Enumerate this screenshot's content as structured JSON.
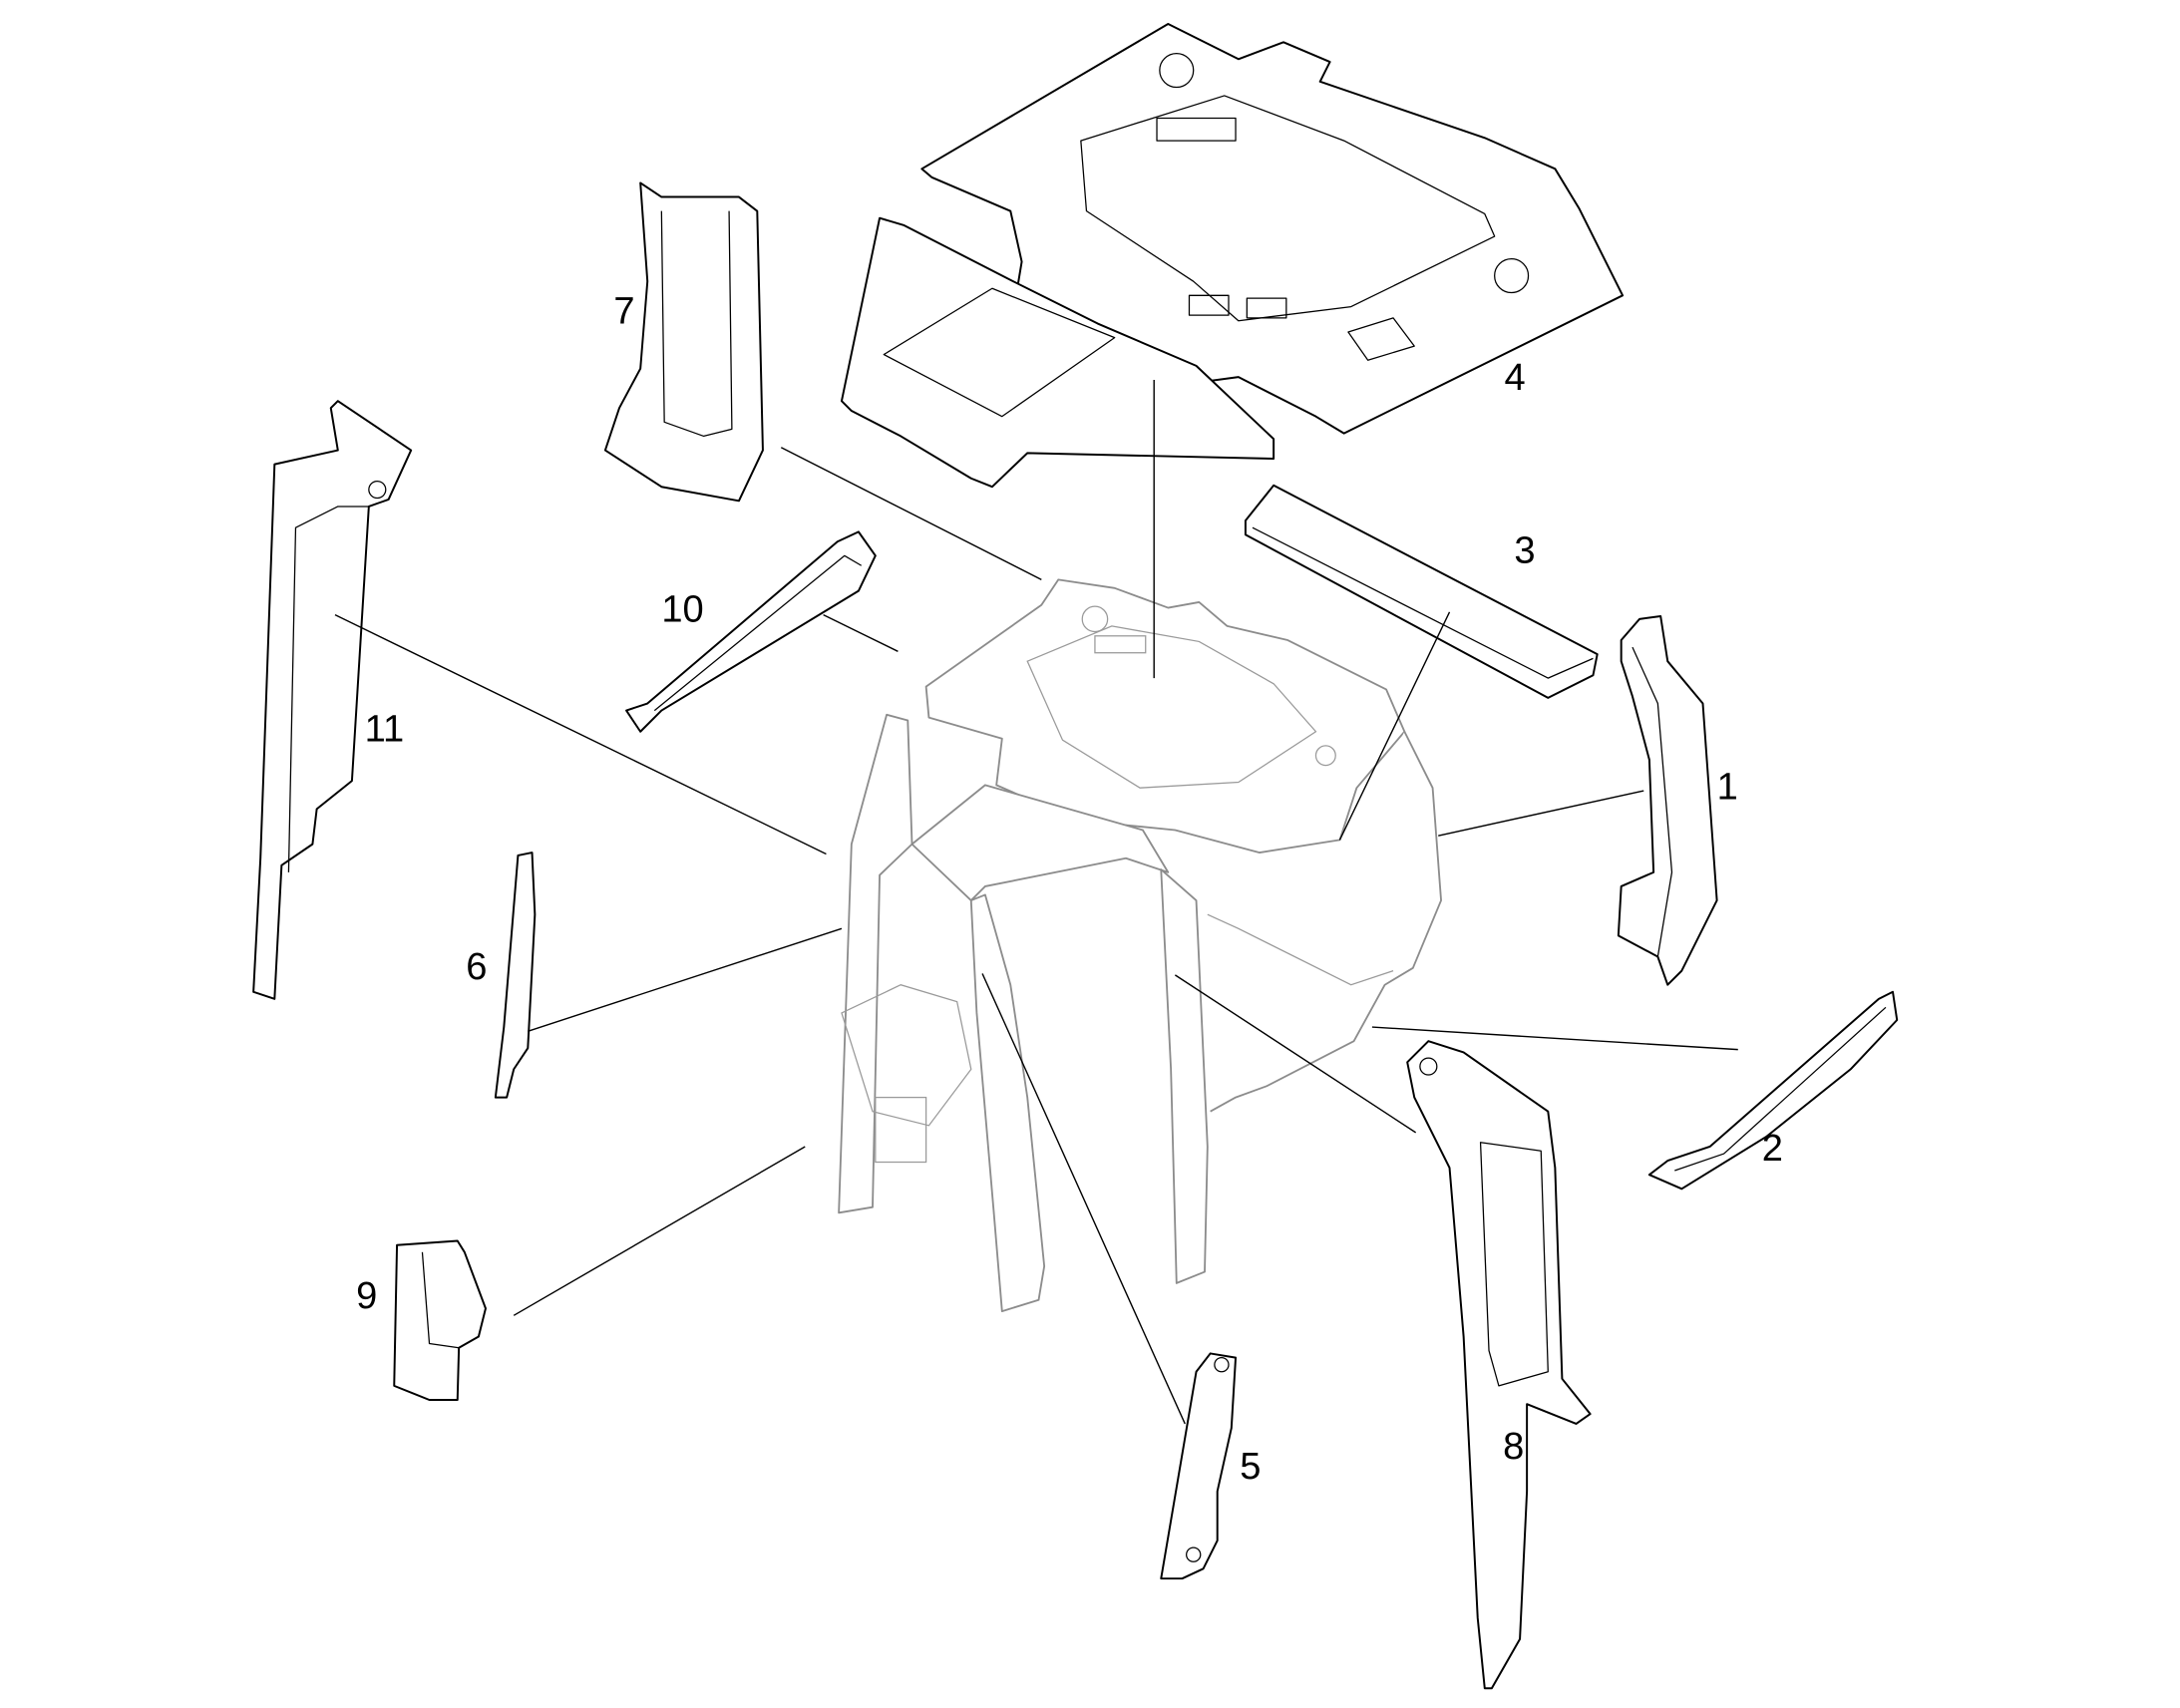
{
  "callout_labels": [
    "1",
    "2",
    "3",
    "4",
    "5",
    "6",
    "7",
    "8",
    "9",
    "10",
    "11"
  ],
  "colors": {
    "part_stroke": "#000000",
    "cab_stroke": "#8c8c8c",
    "background": "#ffffff"
  }
}
